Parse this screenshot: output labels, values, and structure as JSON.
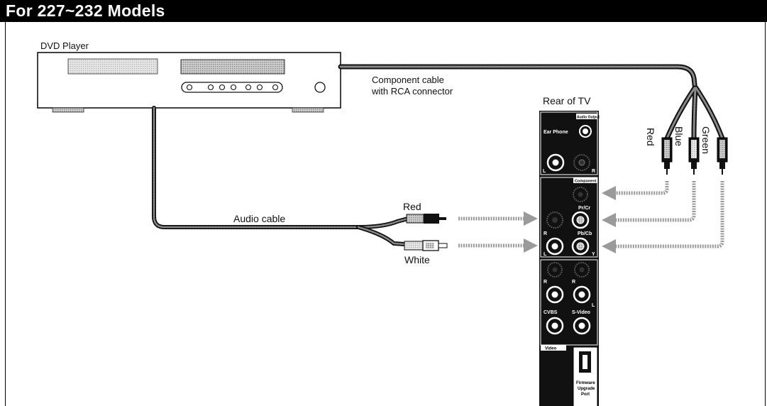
{
  "header": {
    "title": "For 227~232 Models"
  },
  "labels": {
    "dvd_player": "DVD Player",
    "component_cable_1": "Component cable",
    "component_cable_2": "with RCA connector",
    "rear_of_tv": "Rear of TV",
    "audio_cable": "Audio cable",
    "audio_red": "Red",
    "audio_white": "White",
    "plug_red": "Red",
    "plug_blue": "Blue",
    "plug_green": "Green"
  },
  "tv_panel": {
    "audio_output": "Audio Output",
    "ear_phone": "Ear Phone",
    "L": "L",
    "R": "R",
    "component": "Component",
    "pr_cr": "Pr/Cr",
    "pb_cb": "Pb/Cb",
    "y": "Y",
    "cvbs": "CVBS",
    "s_video": "S-Video",
    "video": "Video",
    "firmware_1": "Firmware",
    "firmware_2": "Upgrade",
    "firmware_3": "Port"
  },
  "colors": {
    "arrow": "#9a9a9a",
    "panel": "#111111",
    "cable": "#222222"
  }
}
